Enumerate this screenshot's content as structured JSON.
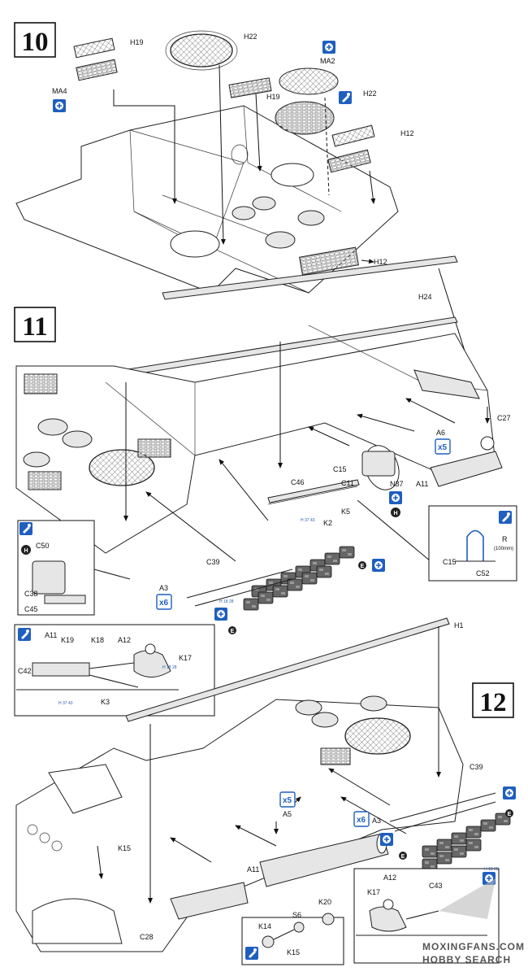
{
  "steps": [
    {
      "number": "10"
    },
    {
      "number": "11"
    },
    {
      "number": "12"
    }
  ],
  "step10": {
    "labels": [
      "MA4",
      "H19",
      "H22",
      "MA2",
      "H19",
      "H22",
      "H12",
      "H12",
      "H24"
    ]
  },
  "step11": {
    "labels": [
      "C27",
      "A6",
      "x5",
      "C15",
      "N37",
      "A11",
      "C46",
      "C11",
      "K2",
      "K5",
      "C39",
      "A3",
      "x6",
      "C50",
      "C38",
      "C45",
      "A11",
      "K19",
      "K18",
      "A12",
      "K17",
      "C42",
      "K3",
      "C15",
      "C52",
      "R",
      "(100mm)"
    ],
    "small_refs": [
      "H 37 43",
      "H 18 28",
      "H 18 28",
      "H 37 43"
    ]
  },
  "step12": {
    "labels": [
      "H1",
      "C39",
      "x5",
      "A5",
      "x6",
      "A3",
      "K15",
      "A11",
      "C28",
      "K14",
      "S6",
      "K20",
      "K15",
      "A12",
      "C43",
      "K17"
    ],
    "small_refs": [
      "H 18 28"
    ]
  },
  "watermark": {
    "line1": "MOXINGFANS.COM",
    "line2": "HOBBY SEARCH"
  },
  "colors": {
    "icon_blue": "#1f5fbf",
    "line": "#222222"
  },
  "icons": [
    "glue-icon",
    "cement-icon",
    "repeat-icon",
    "sprue-badge-icon"
  ]
}
